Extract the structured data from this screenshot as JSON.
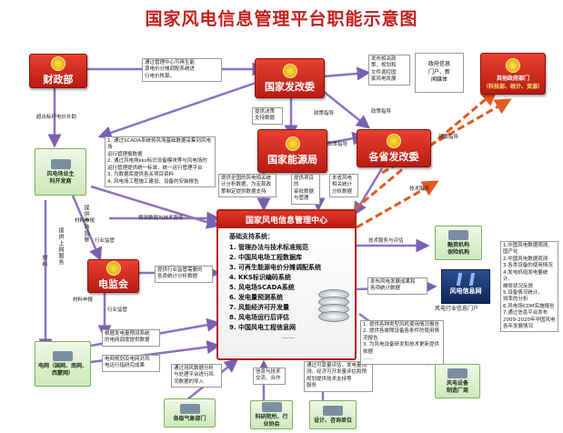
{
  "title": "国家风电信息管理平台职能示意图",
  "gov": {
    "caizhengbu": "财政部",
    "fagaiwei": "国家发改委",
    "nengyuanju": "国家能源局",
    "shengfagaiwei": "各省发改委",
    "dianjianhui": "电监会",
    "other_depts": "其他政府部门",
    "other_depts_sub": "（科技部、统计、资源）"
  },
  "orgs": {
    "developers": [
      "风电场业主",
      "科开发商"
    ],
    "grid": [
      "电网（国网、南网、西蒙网）"
    ],
    "weather": "各级气象部门",
    "research": [
      "科研院所、行",
      "业协会"
    ],
    "design": "设计、咨询单位",
    "finance": [
      "融资机构",
      "保险机构"
    ],
    "equipment": [
      "风电设备",
      "制造厂商"
    ]
  },
  "media": [
    "政府信息",
    "门户、新",
    "闻媒体"
  ],
  "portal": {
    "logo_text": "风电信息网",
    "label": "风电行业信息门户"
  },
  "center": {
    "title": "国家风电信息管理中心",
    "subtitle": "基础支持系统：",
    "items": [
      "1. 管理办法与技术标准规范",
      "2. 中国风电场工程数据库",
      "3. 可再生能源电价分摊调配系统",
      "4. KKS标识编码系统",
      "5. 风电场SCADA系统",
      "6. 发电量预测系统",
      "7. 风能经济可开发量",
      "8. 风电场运行后评估",
      "9. 中国风电工程信息网"
    ],
    "more": "……"
  },
  "notes": {
    "mof_to_ndrc": [
      "通过管理中心可再生能",
      "源电价分摊调配系统进",
      "行电价核算。"
    ],
    "ndrc_to_media": [
      "发布相关政",
      "策、规划和",
      "文件调控国",
      "家风电发展"
    ],
    "caizheng_sub": "超出标杆电价补助",
    "nea_policy": [
      "提供决策",
      "支持数据"
    ],
    "policy_guide1": "政策指导",
    "policy_guide2": "政策指导",
    "policy_guide3": "政策指导",
    "policy_guide4": "政策指导",
    "tech_service": "技术服务",
    "developer_tasks": [
      "1. 通过SCADA系统将风场基础数据采集到风电场",
      "   运行管理报数据",
      "2. 通过风电场kks标识设备模块等与风电场的",
      "   运行管理提供统一标准，统一运行管理平台",
      "3. 为数据库提供各关项目资料",
      "4. 风电场工程施工建设、设备的安装报告"
    ],
    "nea_to_center": [
      "提供全国的风电相关统",
      "计分析数据，为宏观政",
      "策制定提供数据支持"
    ],
    "project_mgmt": [
      "提供项目的",
      "审批数据",
      "与管理"
    ],
    "provinces_to_center": [
      "本省风电",
      "相关统计",
      "分析数据"
    ],
    "forecast": "预测数据与技术服务",
    "material_report1": "材料申报",
    "material_report2": "材料申报",
    "industry_supervision": "行业监管",
    "industry_supervision2": "行业监管",
    "regulator_to_center": [
      "提供行业监管需要的",
      "各类统计分析数据"
    ],
    "finance_label": "技术服务与评估",
    "portal_link": [
      "发布风电发展成果和",
      "各项统计数据"
    ],
    "grid_to_center": [
      "根据发电量预测系统",
      "的电网调度提供数据"
    ],
    "grid_research": [
      "电网规划及电网对风",
      "电运行指研究成果"
    ],
    "weather_link": [
      "通过测风数据分析",
      "与处理平台进行风",
      "况数据的导入"
    ],
    "research_link": [
      "信息与技术",
      "交流、合作"
    ],
    "design_link": [
      "通过可靠量评估，发电量预",
      "测、经济可开发量评估和预",
      "规划提供技术支持等",
      "服务"
    ],
    "manufacturer_link": [
      "1. 提供各种类型风机使用情况报告",
      "2. 提供各故障设备各条件的使用情况报告",
      "3. 为风电设备研发和技术更新提供依据",
      "     ……"
    ],
    "equipment_list": [
      "1.中国风电数据观测、",
      "国产化",
      "2.中国风电数据观测",
      "3.各类设备的使用情况",
      "4.发电机组发电量统计、",
      "维修状况反馈",
      "5.设备情况统计、",
      "效率的分析",
      "6.风电场CDM实施报告",
      "7.通过信息平台发布",
      "2009-2020年中国风电",
      "各年发展情况"
    ],
    "vert_supervision": "提供市场监管",
    "vert_subsidy": "提供上网服务",
    "vert_material": "材料"
  }
}
